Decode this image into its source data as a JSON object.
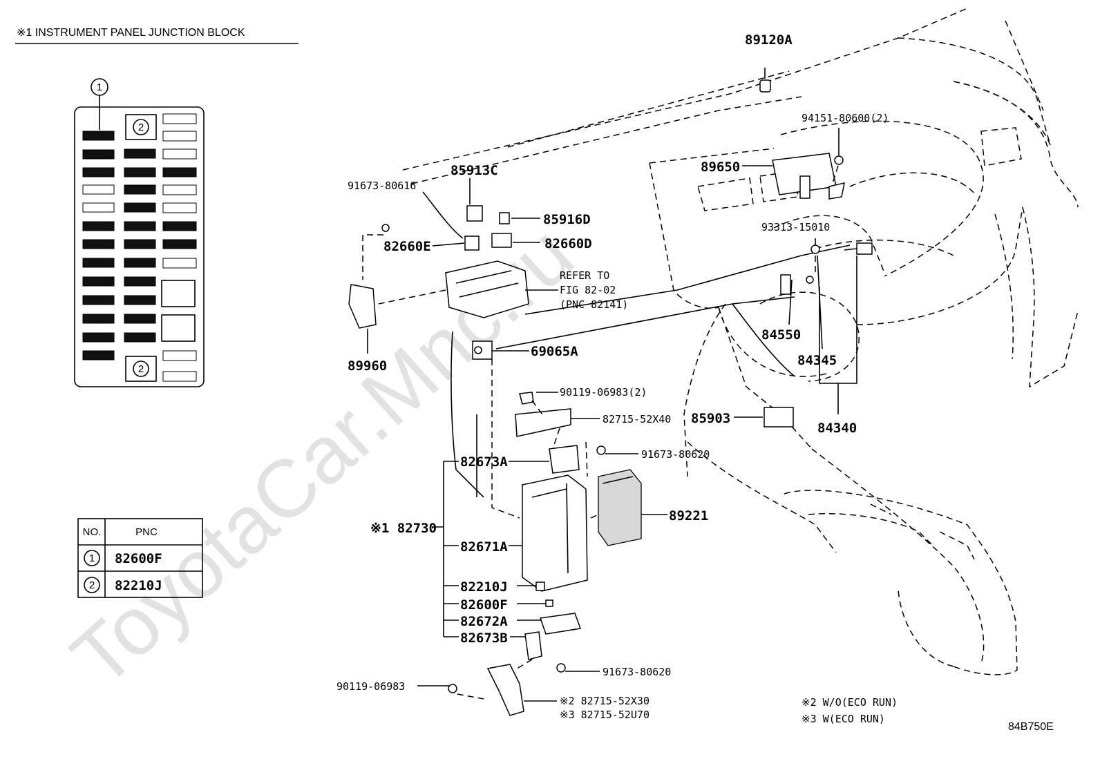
{
  "watermark": "ToyotaCar.Mnc.ru",
  "header": {
    "title": "※1 INSTRUMENT PANEL JUNCTION BLOCK"
  },
  "junction_block": {
    "callout_top": "1",
    "callout_mid": "2",
    "callout_bottom": "2"
  },
  "table": {
    "col_no": "NO.",
    "col_pnc": "PNC",
    "rows": [
      {
        "no": "1",
        "pnc": "82600F"
      },
      {
        "no": "2",
        "pnc": "82210J"
      }
    ]
  },
  "labels": {
    "p89120A": "89120A",
    "p94151": "94151-80600(2)",
    "p89650": "89650",
    "p93313": "93313-15010",
    "p85913C": "85913C",
    "p91673_80616": "91673-80616",
    "p85916D": "85916D",
    "p82660E": "82660E",
    "p82660D": "82660D",
    "refer_1": "REFER TO",
    "refer_2": "FIG 82-02",
    "refer_3": "(PNC 82141)",
    "p84550": "84550",
    "p84345": "84345",
    "p89960": "89960",
    "p69065A": "69065A",
    "p90119_2": "90119-06983(2)",
    "p82715_52X40": "82715-52X40",
    "p85903": "85903",
    "p84340": "84340",
    "p91673_80620a": "91673-80620",
    "p82673A": "82673A",
    "p89221": "89221",
    "p82730": "※1 82730",
    "p82671A": "82671A",
    "p82210J": "82210J",
    "p82600F": "82600F",
    "p82672A": "82672A",
    "p82673B": "82673B",
    "p91673_80620b": "91673-80620",
    "p90119": "90119-06983",
    "p82715_52X30": "※2 82715-52X30",
    "p82715_52U70": "※3 82715-52U70"
  },
  "notes": {
    "n2": "※2 W/O(ECO RUN)",
    "n3": "※3 W(ECO RUN)"
  },
  "figure_id": "84B750E"
}
